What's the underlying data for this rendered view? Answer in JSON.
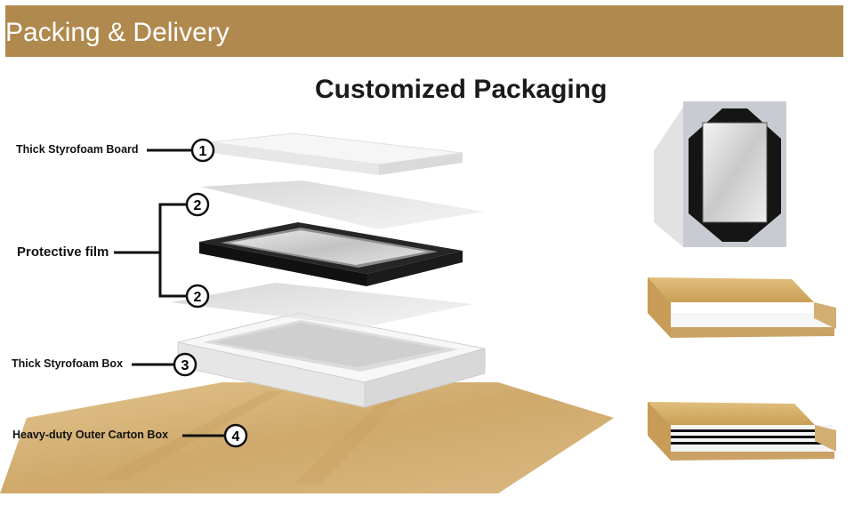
{
  "header": {
    "title": "Packing & Delivery",
    "background": "#b0894e"
  },
  "main": {
    "title": "Customized Packaging"
  },
  "layers": [
    {
      "label": "Thick Styrofoam Board",
      "marker": "1"
    },
    {
      "label": "Protective film",
      "marker": "2"
    },
    {
      "label": "Thick Styrofoam Box",
      "marker": "3"
    },
    {
      "label": "Heavy-duty Outer Carton Box",
      "marker": "4"
    }
  ],
  "colors": {
    "carton": "#d4b27a",
    "frame": "#1e1e1e",
    "foam": "#f3f3f3",
    "film": "#d9d9d9"
  },
  "side_images": [
    "framed-mirror-photo",
    "open-carton-box-photo",
    "packed-carton-box-photo"
  ]
}
